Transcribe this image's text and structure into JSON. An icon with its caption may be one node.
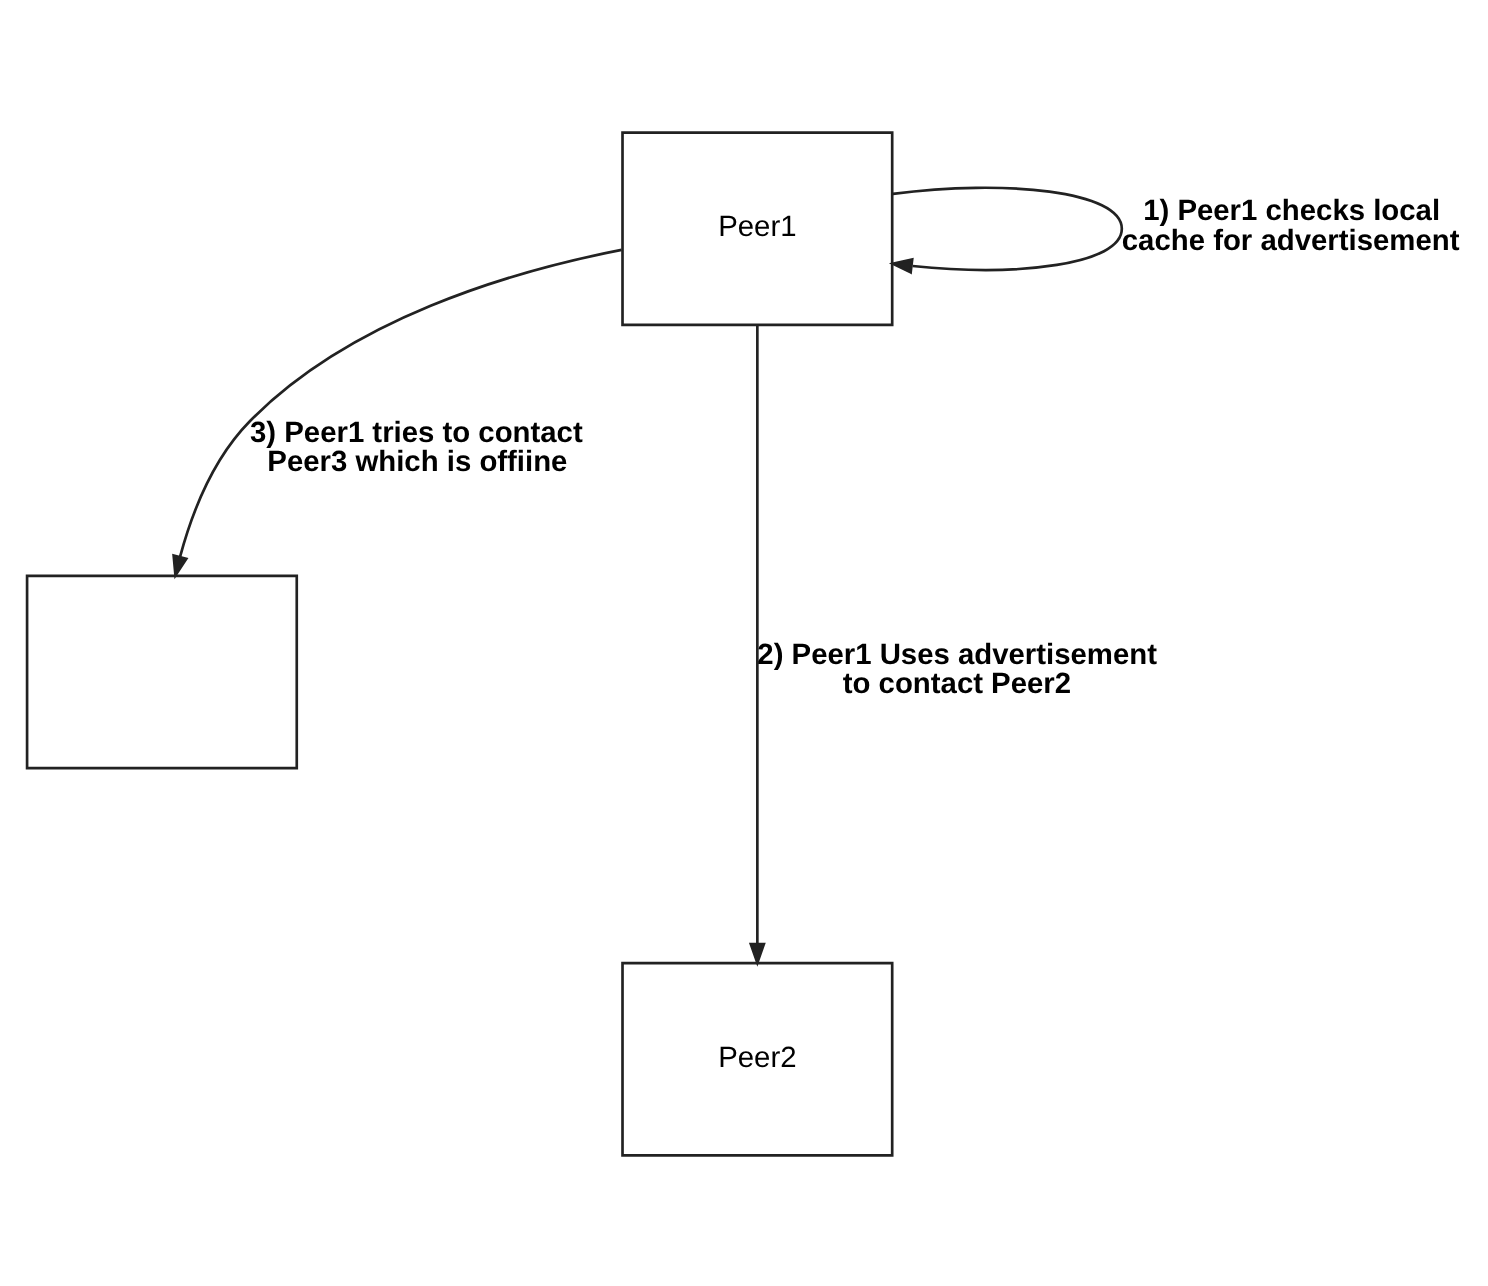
{
  "diagram": {
    "nodes": [
      {
        "text": [
          "Peer1"
        ]
      },
      {
        "text": [],
        "shape": "box"
      },
      {
        "text": [
          "Peer2"
        ]
      }
    ],
    "edges": [
      {
        "from": 0,
        "to": 0,
        "arrow": "to",
        "label": "1) Peer1 checks local cache for advertisement"
      },
      {
        "from": 0,
        "to": 2,
        "arrow": "to",
        "label": "2) Peer1 Uses advertisement to contact Peer2"
      },
      {
        "from": 0,
        "to": 1,
        "arrow": "to",
        "label": "3) Peer1 tries to contact Peer3 which is offiine"
      }
    ]
  }
}
